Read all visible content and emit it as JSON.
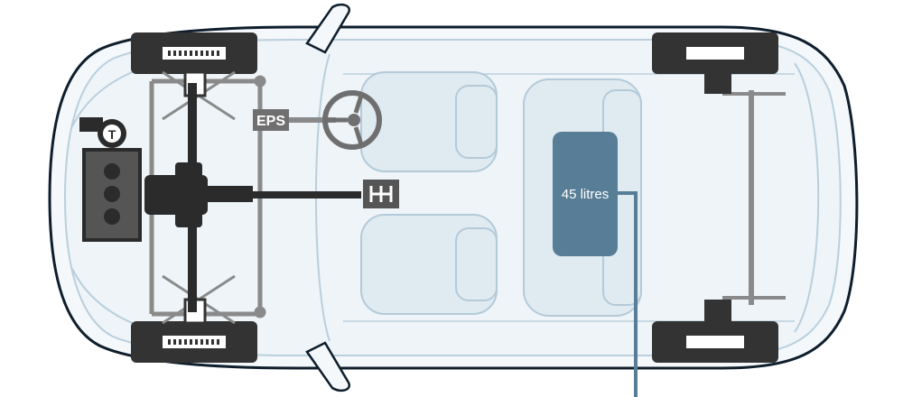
{
  "labels": {
    "eps": "EPS",
    "turbo": "T",
    "fuel_tank": "45 litres"
  },
  "colors": {
    "outline": "#0f1e2c",
    "body_line": "#b9cfdd",
    "body_fill": "#eef4f8",
    "glass": "#dfeaf1",
    "mechanical": "#2b2b2b",
    "steering_gray": "#8a8a8a",
    "tank": "#577e96",
    "tank_text": "#ffffff",
    "tyre": "#333333",
    "label_box": "#6f6f6f"
  },
  "icons": {
    "turbo": "turbocharger-icon",
    "gear": "gear-shifter-icon",
    "steering": "steering-wheel-icon"
  }
}
